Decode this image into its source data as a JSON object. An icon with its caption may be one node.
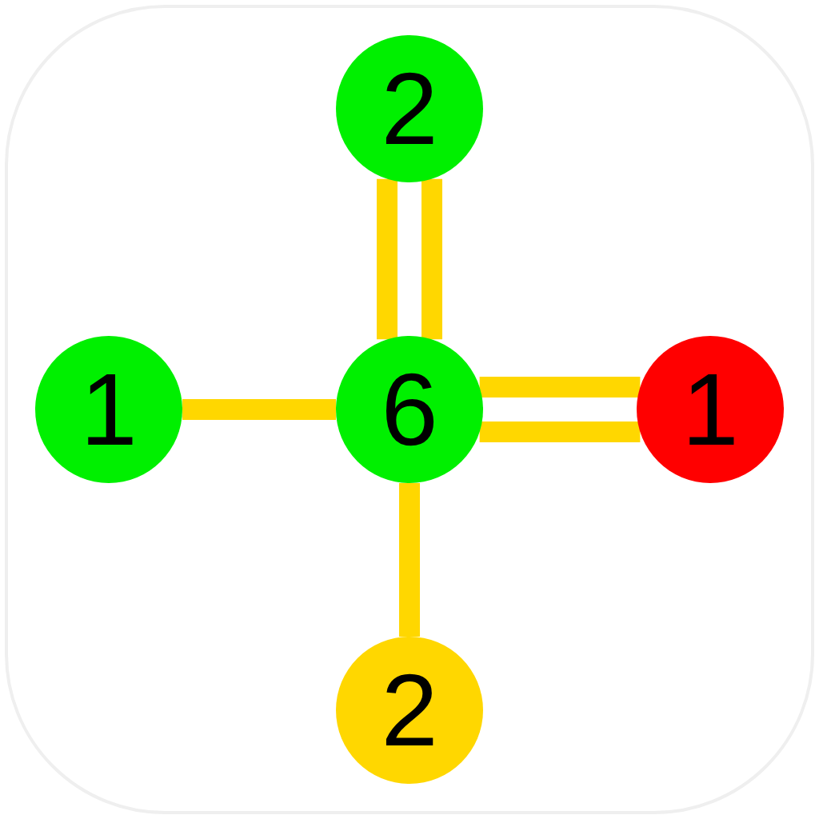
{
  "diagram": {
    "nodes": [
      {
        "text": [
          "2"
        ]
      },
      {
        "text": [
          "1"
        ]
      },
      {
        "text": [
          "6"
        ]
      },
      {
        "text": [
          "1"
        ]
      },
      {
        "text": [
          "2"
        ]
      }
    ],
    "edges": [
      {
        "from": 0,
        "to": 2,
        "arrow": "none"
      },
      {
        "from": 0,
        "to": 2,
        "arrow": "none"
      },
      {
        "from": 1,
        "to": 2,
        "arrow": "none"
      },
      {
        "from": 2,
        "to": 3,
        "arrow": "none"
      },
      {
        "from": 2,
        "to": 3,
        "arrow": "none"
      },
      {
        "from": 2,
        "to": 4,
        "arrow": "none"
      }
    ]
  }
}
